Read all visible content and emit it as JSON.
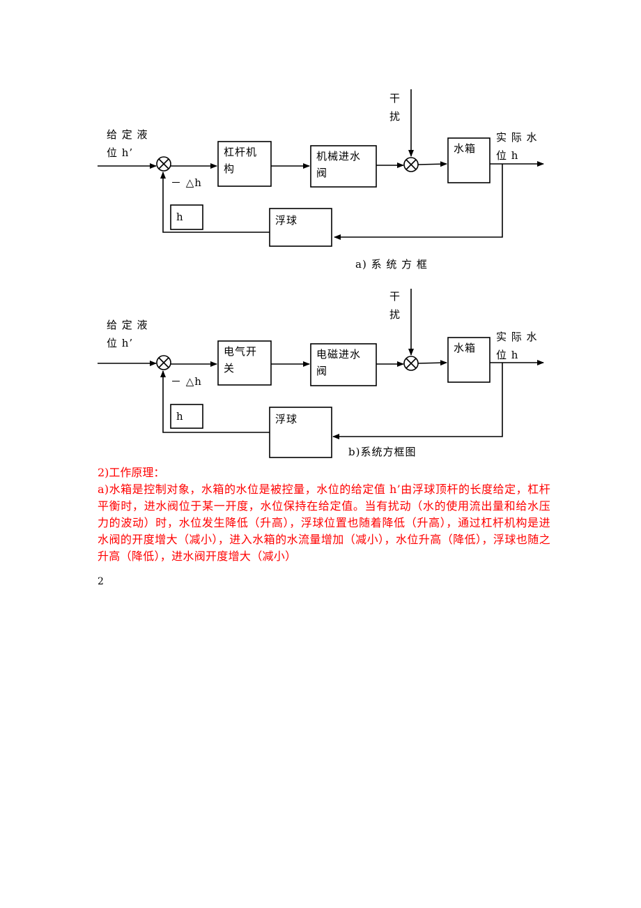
{
  "diagram_a": {
    "input_label": "给 定 液\n位 h’",
    "lever_block": "杠杆机\n构",
    "valve_block": "机械进水\n阀",
    "disturbance": "干\n扰",
    "tank_block": "水箱",
    "output_label": "实 际 水\n位 h",
    "error_label": "－ △h",
    "h_block": "h",
    "float_block": "浮球",
    "caption": "a) 系 统 方 框"
  },
  "diagram_b": {
    "input_label": "给 定 液\n位 h’",
    "switch_block": "电气开\n关",
    "valve_block": "电磁进水\n阀",
    "disturbance": "干\n扰",
    "tank_block": "水箱",
    "output_label": "实 际 水\n位 h",
    "error_label": "－ △h",
    "h_block": "h",
    "float_block": "浮球",
    "caption": "b)系统方框图"
  },
  "principle": {
    "heading": "2)工作原理：",
    "body": "a)水箱是控制对象，水箱的水位是被控量，水位的给定值 h’由浮球顶杆的长度给定，杠杆平衡时，进水阀位于某一开度，水位保持在给定值。当有扰动（水的使用流出量和给水压力的波动）时，水位发生降低（升高），浮球位置也随着降低（升高），通过杠杆机构是进水阀的开度增大（减小），进入水箱的水流量增加（减小），水位升高（降低），浮球也随之升高（降低），进水阀开度增大（减小）"
  },
  "page_number": "2"
}
